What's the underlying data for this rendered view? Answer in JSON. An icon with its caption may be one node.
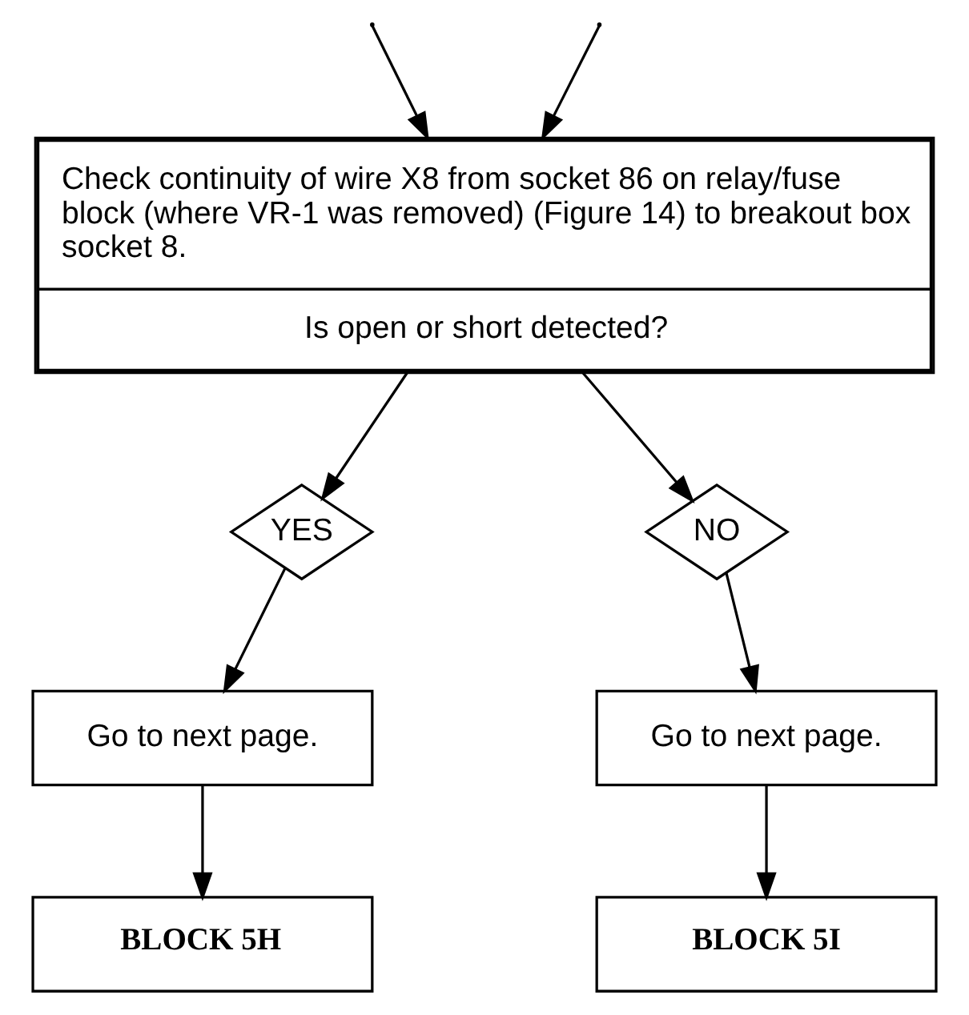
{
  "diagram": {
    "nodes": [
      {
        "text": [
          "Check continuity of wire X8 from socket 86 on relay/fuse block (where VR-1 was removed) (Figure 14) to breakout box socket 8.",
          "Is open or short detected?"
        ]
      },
      {
        "text": [
          "YES"
        ]
      },
      {
        "text": [
          "NO"
        ]
      },
      {
        "text": [
          "Go to next page."
        ]
      },
      {
        "text": [
          "Go to next page."
        ]
      },
      {
        "text": [
          "BLOCK 5H"
        ]
      },
      {
        "text": [
          "BLOCK 5I"
        ]
      }
    ],
    "edges": [
      {
        "from": null,
        "to": 0,
        "arrow": "to"
      },
      {
        "from": null,
        "to": 0,
        "arrow": "to"
      },
      {
        "from": 0,
        "to": 1,
        "arrow": "to"
      },
      {
        "from": 0,
        "to": 2,
        "arrow": "to"
      },
      {
        "from": 1,
        "to": 3,
        "arrow": "to"
      },
      {
        "from": 2,
        "to": 4,
        "arrow": "to"
      },
      {
        "from": 3,
        "to": 5,
        "arrow": "to"
      },
      {
        "from": 4,
        "to": 6,
        "arrow": "to"
      }
    ]
  }
}
